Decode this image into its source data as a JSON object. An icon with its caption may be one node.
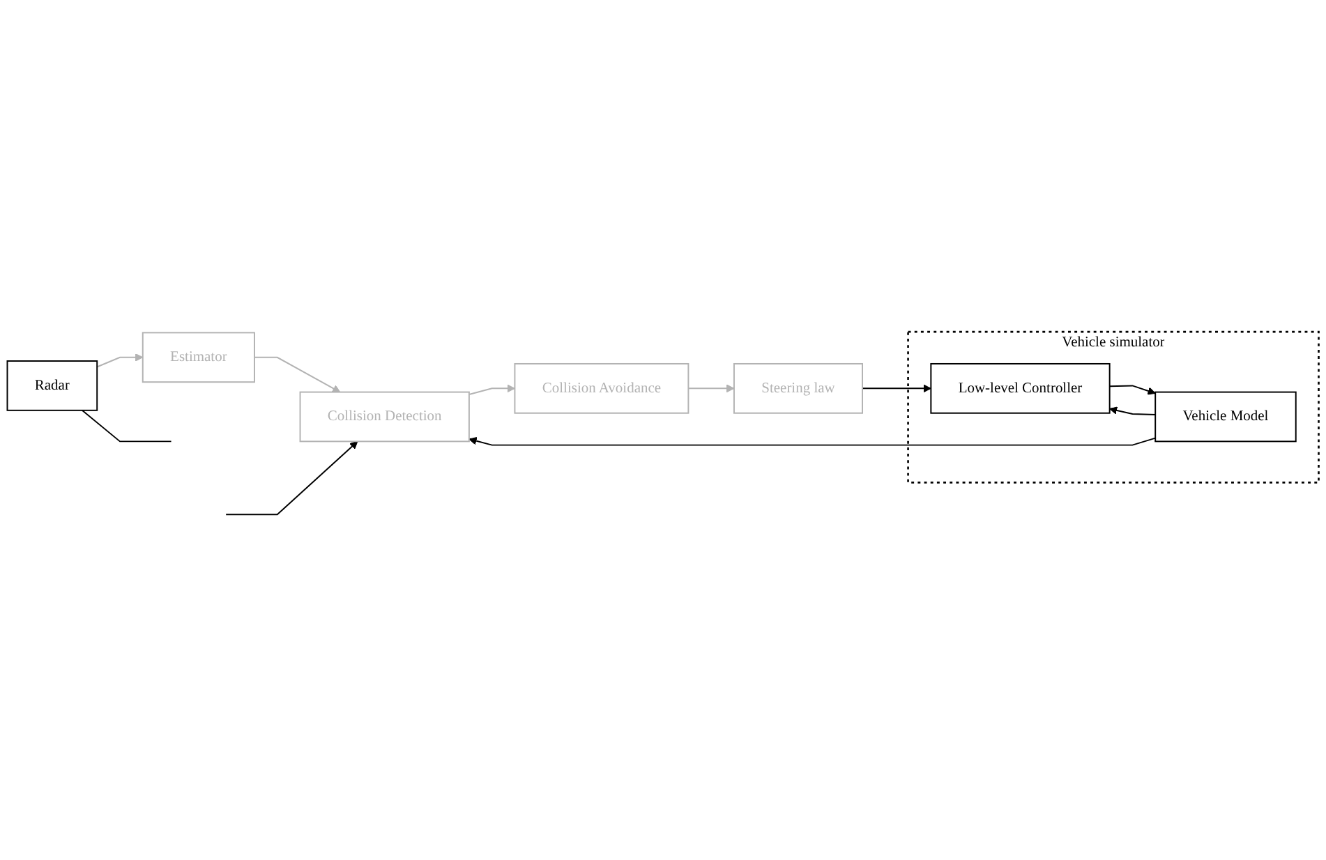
{
  "diagram": {
    "nodes": [
      {
        "text": [
          "Radar"
        ]
      },
      {
        "text": [
          "Vehicle simulator"
        ]
      },
      {
        "text": [
          "Low-level Controller"
        ],
        "in": 1
      },
      {
        "text": [
          "Vehicle Model"
        ],
        "in": 1
      },
      {
        "text": [
          "Estimator"
        ]
      },
      {
        "text": [
          "Steering law"
        ]
      },
      {
        "text": [
          "Collision Avoidance"
        ]
      },
      {
        "text": [
          "Collision Detection"
        ]
      }
    ],
    "edges": [
      {
        "from": 0,
        "to": 4,
        "arrow": "to",
        "color": "#b3b3b3"
      },
      {
        "from": 0,
        "to": null,
        "arrow": "none"
      },
      {
        "from": 5,
        "to": 2,
        "arrow": "to"
      },
      {
        "from": 2,
        "to": 3,
        "arrow": "to"
      },
      {
        "from": 3,
        "to": 2,
        "arrow": "to"
      },
      {
        "from": 3,
        "to": 7,
        "arrow": "to"
      },
      {
        "from": 4,
        "to": 7,
        "arrow": "to",
        "color": "#b3b3b3"
      },
      {
        "from": null,
        "to": 7,
        "arrow": "to"
      },
      {
        "from": 7,
        "to": 6,
        "arrow": "to",
        "color": "#b3b3b3"
      },
      {
        "from": 6,
        "to": 5,
        "arrow": "to",
        "color": "#b3b3b3"
      }
    ]
  }
}
